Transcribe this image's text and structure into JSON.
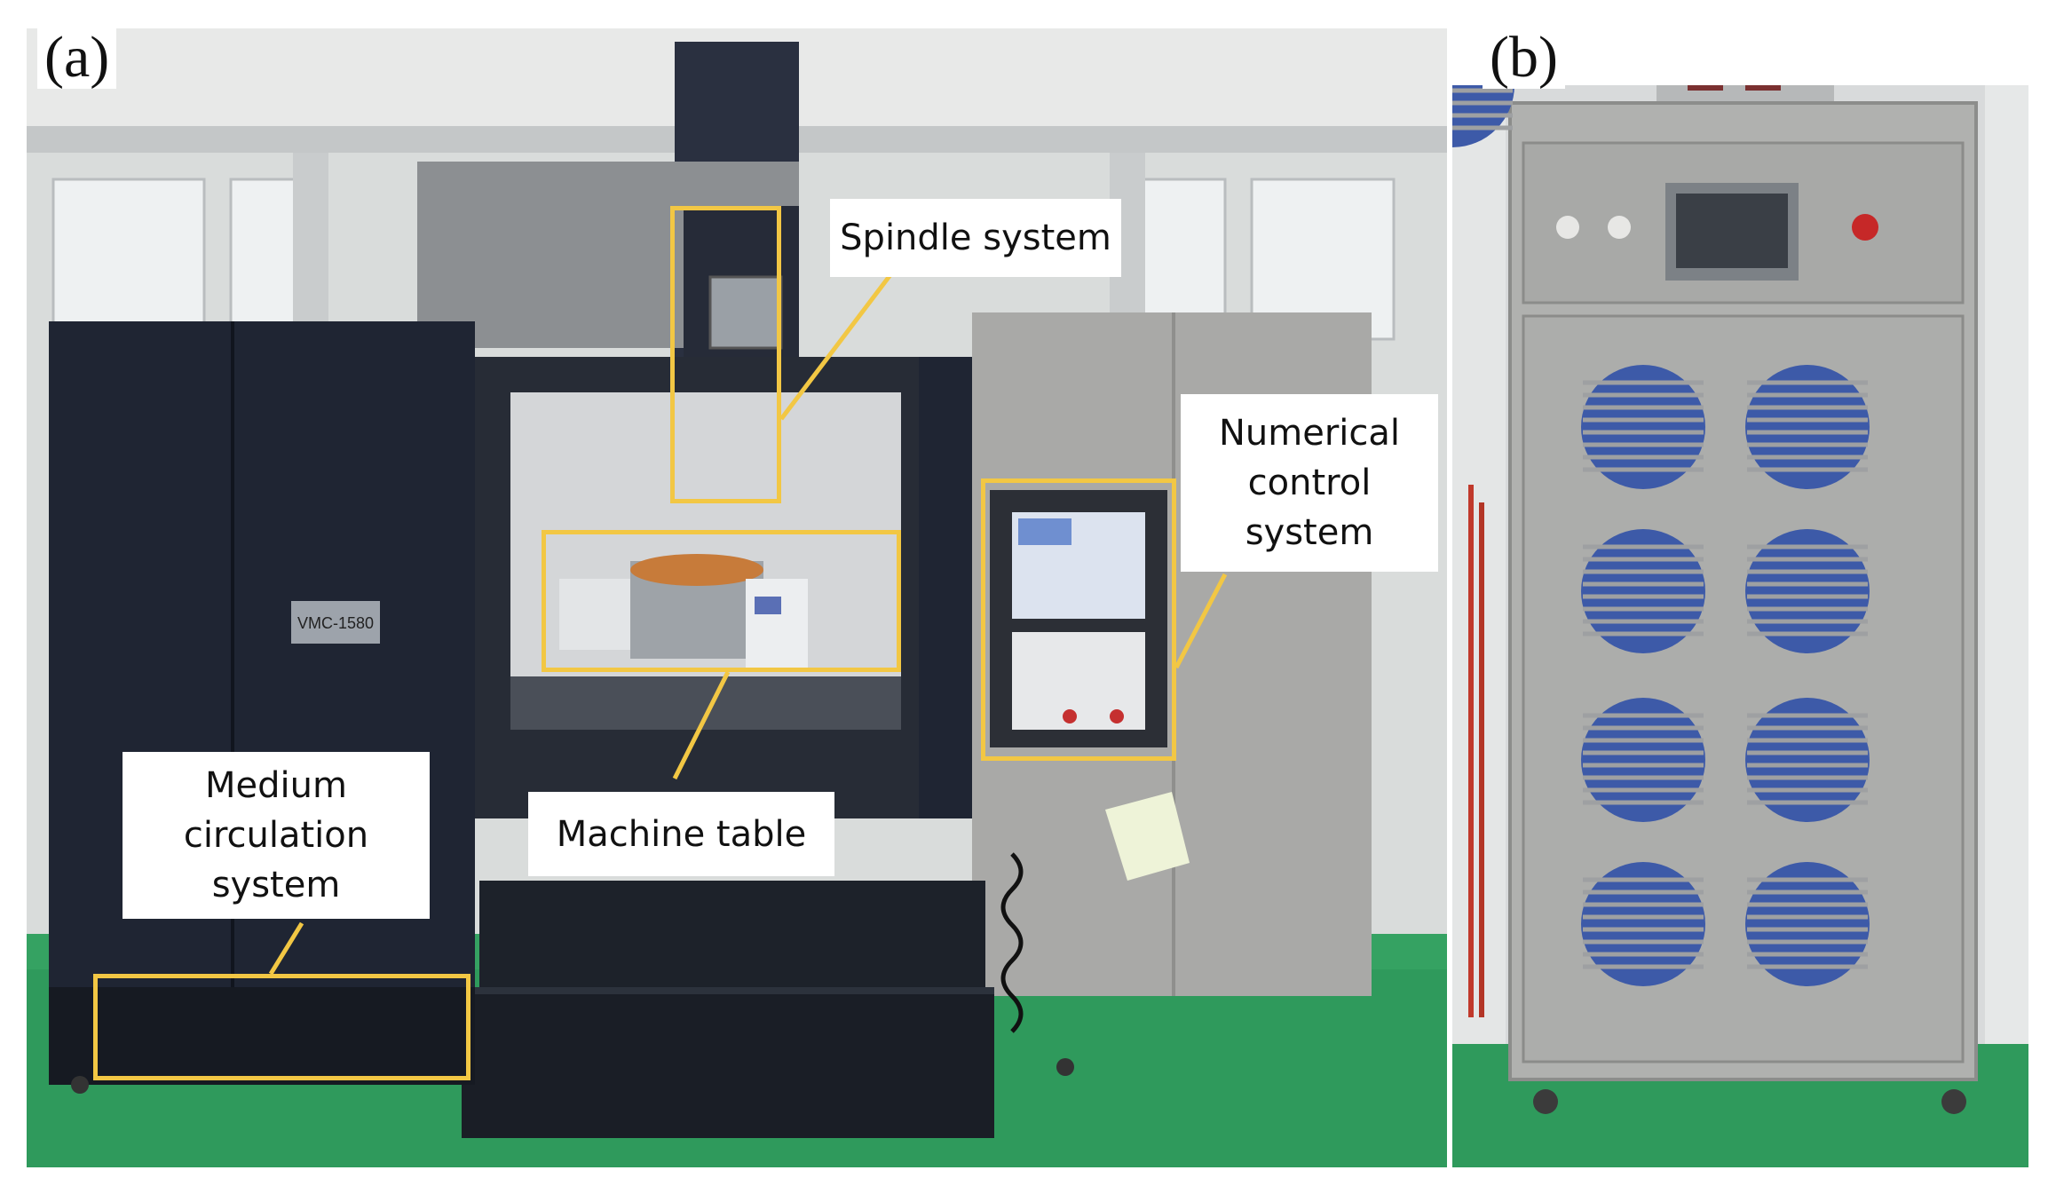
{
  "figure": {
    "panel_a_label": "(a)",
    "panel_b_label": "(b)",
    "callouts": {
      "spindle": "Spindle system",
      "numerical": "Numerical\ncontrol\nsystem",
      "medium": "Medium\ncirculation\nsystem",
      "table": "Machine table"
    },
    "machine_plate": "VMC-1580",
    "colors": {
      "callout_line": "#f2c744",
      "floor": "#2f9a5c",
      "cabinet_dark": "#1f2533",
      "cabinet_gray": "#a9a9a7",
      "fan_blue": "#3d5aa8"
    }
  }
}
